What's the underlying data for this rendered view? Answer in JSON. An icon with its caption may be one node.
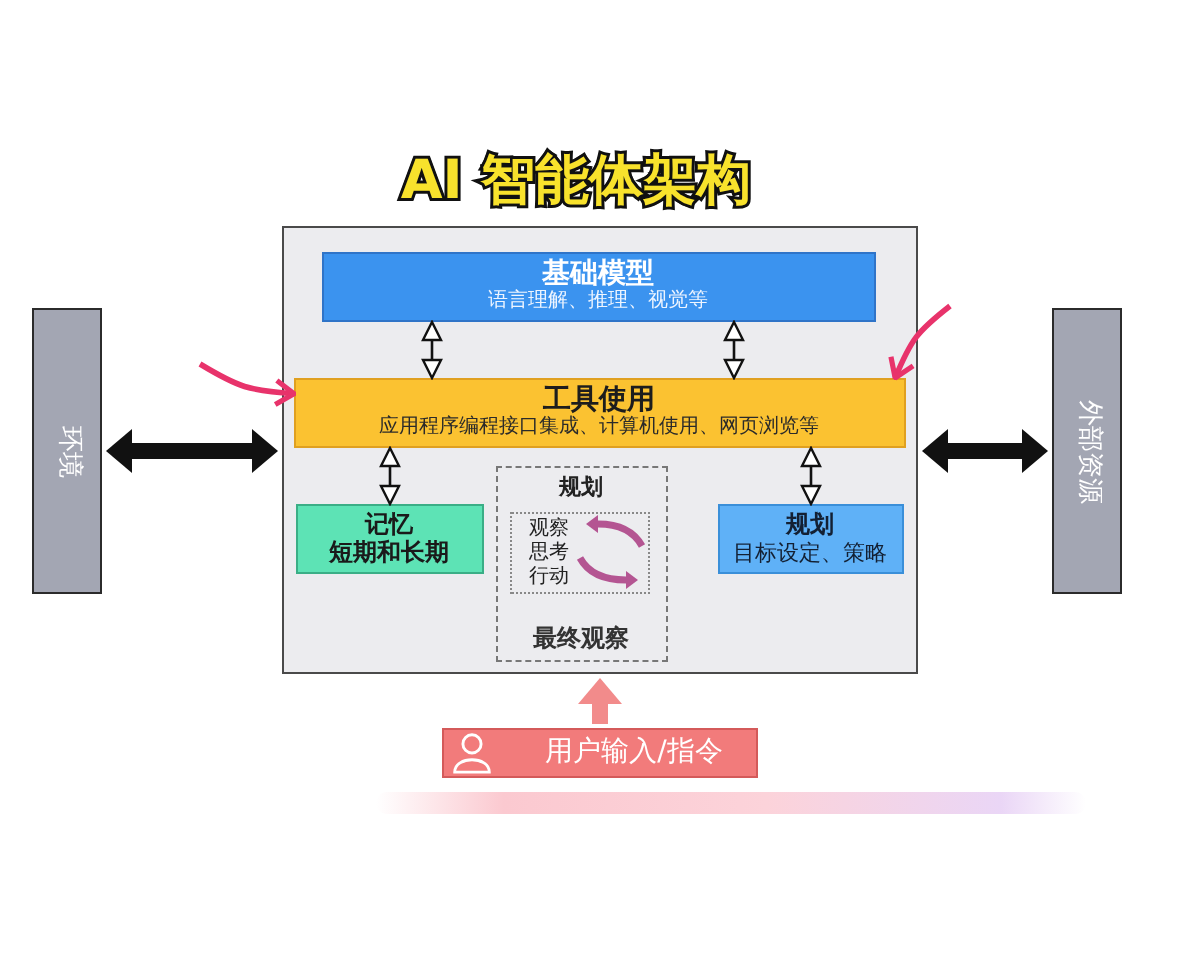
{
  "diagram": {
    "title": "AI 智能体架构",
    "nodes": [
      {
        "text": [],
        "shape": "box"
      },
      {
        "text": [
          "基础模型",
          "语言理解、推理、视觉等"
        ],
        "in": 0
      },
      {
        "text": [
          "工具使用",
          "应用程序编程接口集成、计算机使用、网页浏览等"
        ],
        "in": 0
      },
      {
        "text": [
          "记忆",
          "短期和长期"
        ],
        "in": 0
      },
      {
        "text": [
          "规划",
          "最终观察"
        ],
        "in": 0
      },
      {
        "text": [
          "观察",
          "思考",
          "行动"
        ],
        "in": 4
      },
      {
        "text": [
          "规划",
          "目标设定、策略"
        ],
        "in": 0
      },
      {
        "text": [
          "环境"
        ]
      },
      {
        "text": [
          "外部资源"
        ]
      },
      {
        "text": [
          "用户输入/指令"
        ]
      }
    ],
    "edges": [
      {
        "from": 1,
        "to": 2,
        "arrow": "both"
      },
      {
        "from": 1,
        "to": 2,
        "arrow": "both"
      },
      {
        "from": 2,
        "to": 3,
        "arrow": "both"
      },
      {
        "from": 2,
        "to": 6,
        "arrow": "both"
      },
      {
        "from": 7,
        "to": 0,
        "arrow": "both",
        "style": "thick"
      },
      {
        "from": 0,
        "to": 8,
        "arrow": "both",
        "style": "thick"
      },
      {
        "from": 9,
        "to": 0,
        "arrow": "to",
        "style": "thick",
        "color": "#f28b8b"
      },
      {
        "from": null,
        "to": 2,
        "arrow": "to",
        "color": "#e8336b"
      },
      {
        "from": null,
        "to": 2,
        "arrow": "to",
        "color": "#e8336b"
      }
    ]
  }
}
